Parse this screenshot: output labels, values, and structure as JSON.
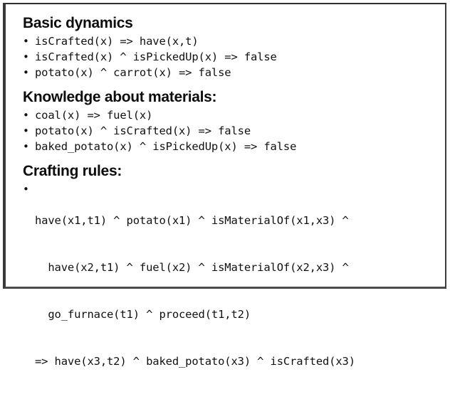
{
  "slide": {
    "bullet_glyph": "•",
    "border_color": "#3a3a3a",
    "text_color": "#111111",
    "background": "#ffffff",
    "sections": [
      {
        "heading": "Basic dynamics",
        "items": [
          {
            "lines": [
              "isCrafted(x) => have(x,t)"
            ]
          },
          {
            "lines": [
              "isCrafted(x) ^ isPickedUp(x) => false"
            ]
          },
          {
            "lines": [
              "potato(x) ^ carrot(x) => false"
            ]
          }
        ]
      },
      {
        "heading": "Knowledge about materials:",
        "items": [
          {
            "lines": [
              "coal(x) => fuel(x)"
            ]
          },
          {
            "lines": [
              "potato(x) ^ isCrafted(x) => false"
            ]
          },
          {
            "lines": [
              "baked_potato(x) ^ isPickedUp(x) => false"
            ]
          }
        ]
      },
      {
        "heading": "Crafting rules:",
        "items": [
          {
            "lines": [
              "have(x1,t1) ^ potato(x1) ^ isMaterialOf(x1,x3) ^",
              "  have(x2,t1) ^ fuel(x2) ^ isMaterialOf(x2,x3) ^",
              "  go_furnace(t1) ^ proceed(t1,t2)",
              "=> have(x3,t2) ^ baked_potato(x3) ^ isCrafted(x3)"
            ]
          }
        ]
      }
    ]
  }
}
